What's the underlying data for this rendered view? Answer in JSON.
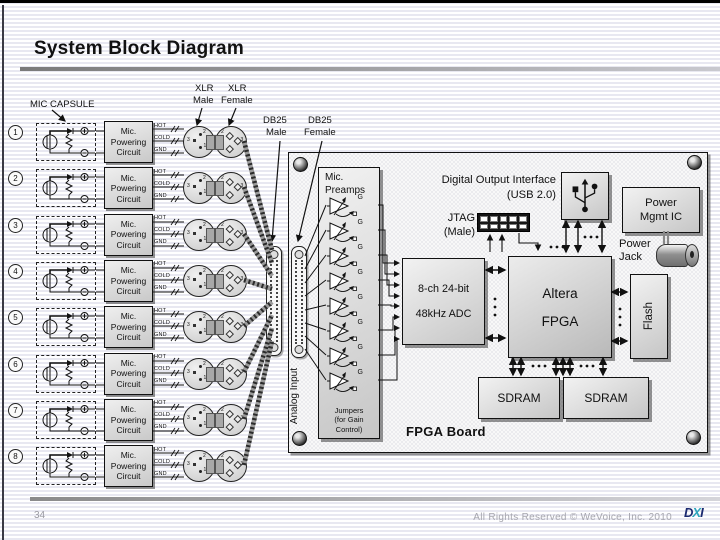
{
  "slide": {
    "title": "System Block Diagram",
    "page_number": "34",
    "footer_text": "All Rights Reserved © WeVoice, Inc. 2010",
    "logo": {
      "char1": "D",
      "char2": "X",
      "char3": "I"
    }
  },
  "left_chain": {
    "mic_capsule_label": "MIC CAPSULE",
    "xlr_male_label": {
      "l1": "XLR",
      "l2": "Male"
    },
    "xlr_female_label": {
      "l1": "XLR",
      "l2": "Female"
    },
    "db25_male_label": {
      "l1": "DB25",
      "l2": "Male"
    },
    "db25_female_label": {
      "l1": "DB25",
      "l2": "Female"
    },
    "channels": [
      "1",
      "2",
      "3",
      "4",
      "5",
      "6",
      "7",
      "8"
    ],
    "powering_box": {
      "l1": "Mic.",
      "l2": "Powering",
      "l3": "Circuit"
    },
    "wires": [
      "HOT",
      "COLD",
      "GND"
    ],
    "xlr_pins": {
      "p1": "1",
      "p2": "2",
      "p3": "3"
    }
  },
  "board": {
    "name": "FPGA Board",
    "analog_input_label": "Analog Input",
    "preamps": {
      "l1": "Mic.",
      "l2": "Preamps",
      "gain": "G",
      "jumpers": {
        "l1": "Jumpers",
        "l2": "(for Gain",
        "l3": "Control)"
      }
    },
    "adc": {
      "l1": "8-ch 24-bit",
      "l2": "48kHz ADC"
    },
    "fpga": {
      "l1": "Altera",
      "l2": "FPGA"
    },
    "flash": "Flash",
    "sdram_left": "SDRAM",
    "sdram_right": "SDRAM",
    "usb": {
      "l1": "Digital Output Interface",
      "l2": "(USB 2.0)"
    },
    "jtag": {
      "l1": "JTAG",
      "l2": "(Male)"
    },
    "power_mgmt": {
      "l1": "Power",
      "l2": "Mgmt IC"
    },
    "power_jack": {
      "l1": "Power",
      "l2": "Jack"
    }
  },
  "colors": {
    "stripe": "#e8e8f1",
    "box_fill": "#d9d9d9",
    "border": "#111111",
    "logo_navy": "#1b2a70",
    "logo_teal": "#2fa6bd",
    "footer_gray": "#a6a6ae"
  }
}
